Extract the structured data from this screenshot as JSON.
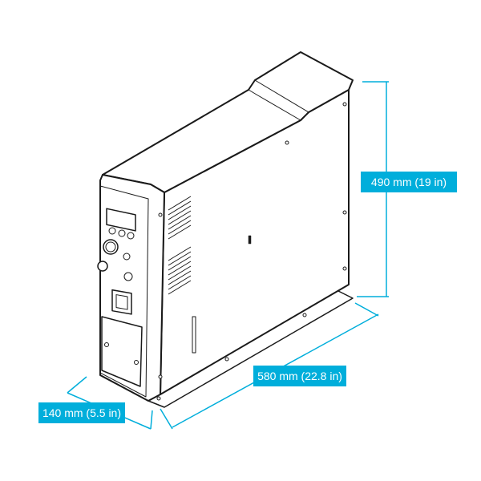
{
  "dimensions": {
    "height": "490 mm (19 in)",
    "length": "580 mm (22.8 in)",
    "depth": "140 mm (5.5 in)"
  },
  "colors": {
    "accent": "#00aedb",
    "line": "#1a1a1a"
  }
}
